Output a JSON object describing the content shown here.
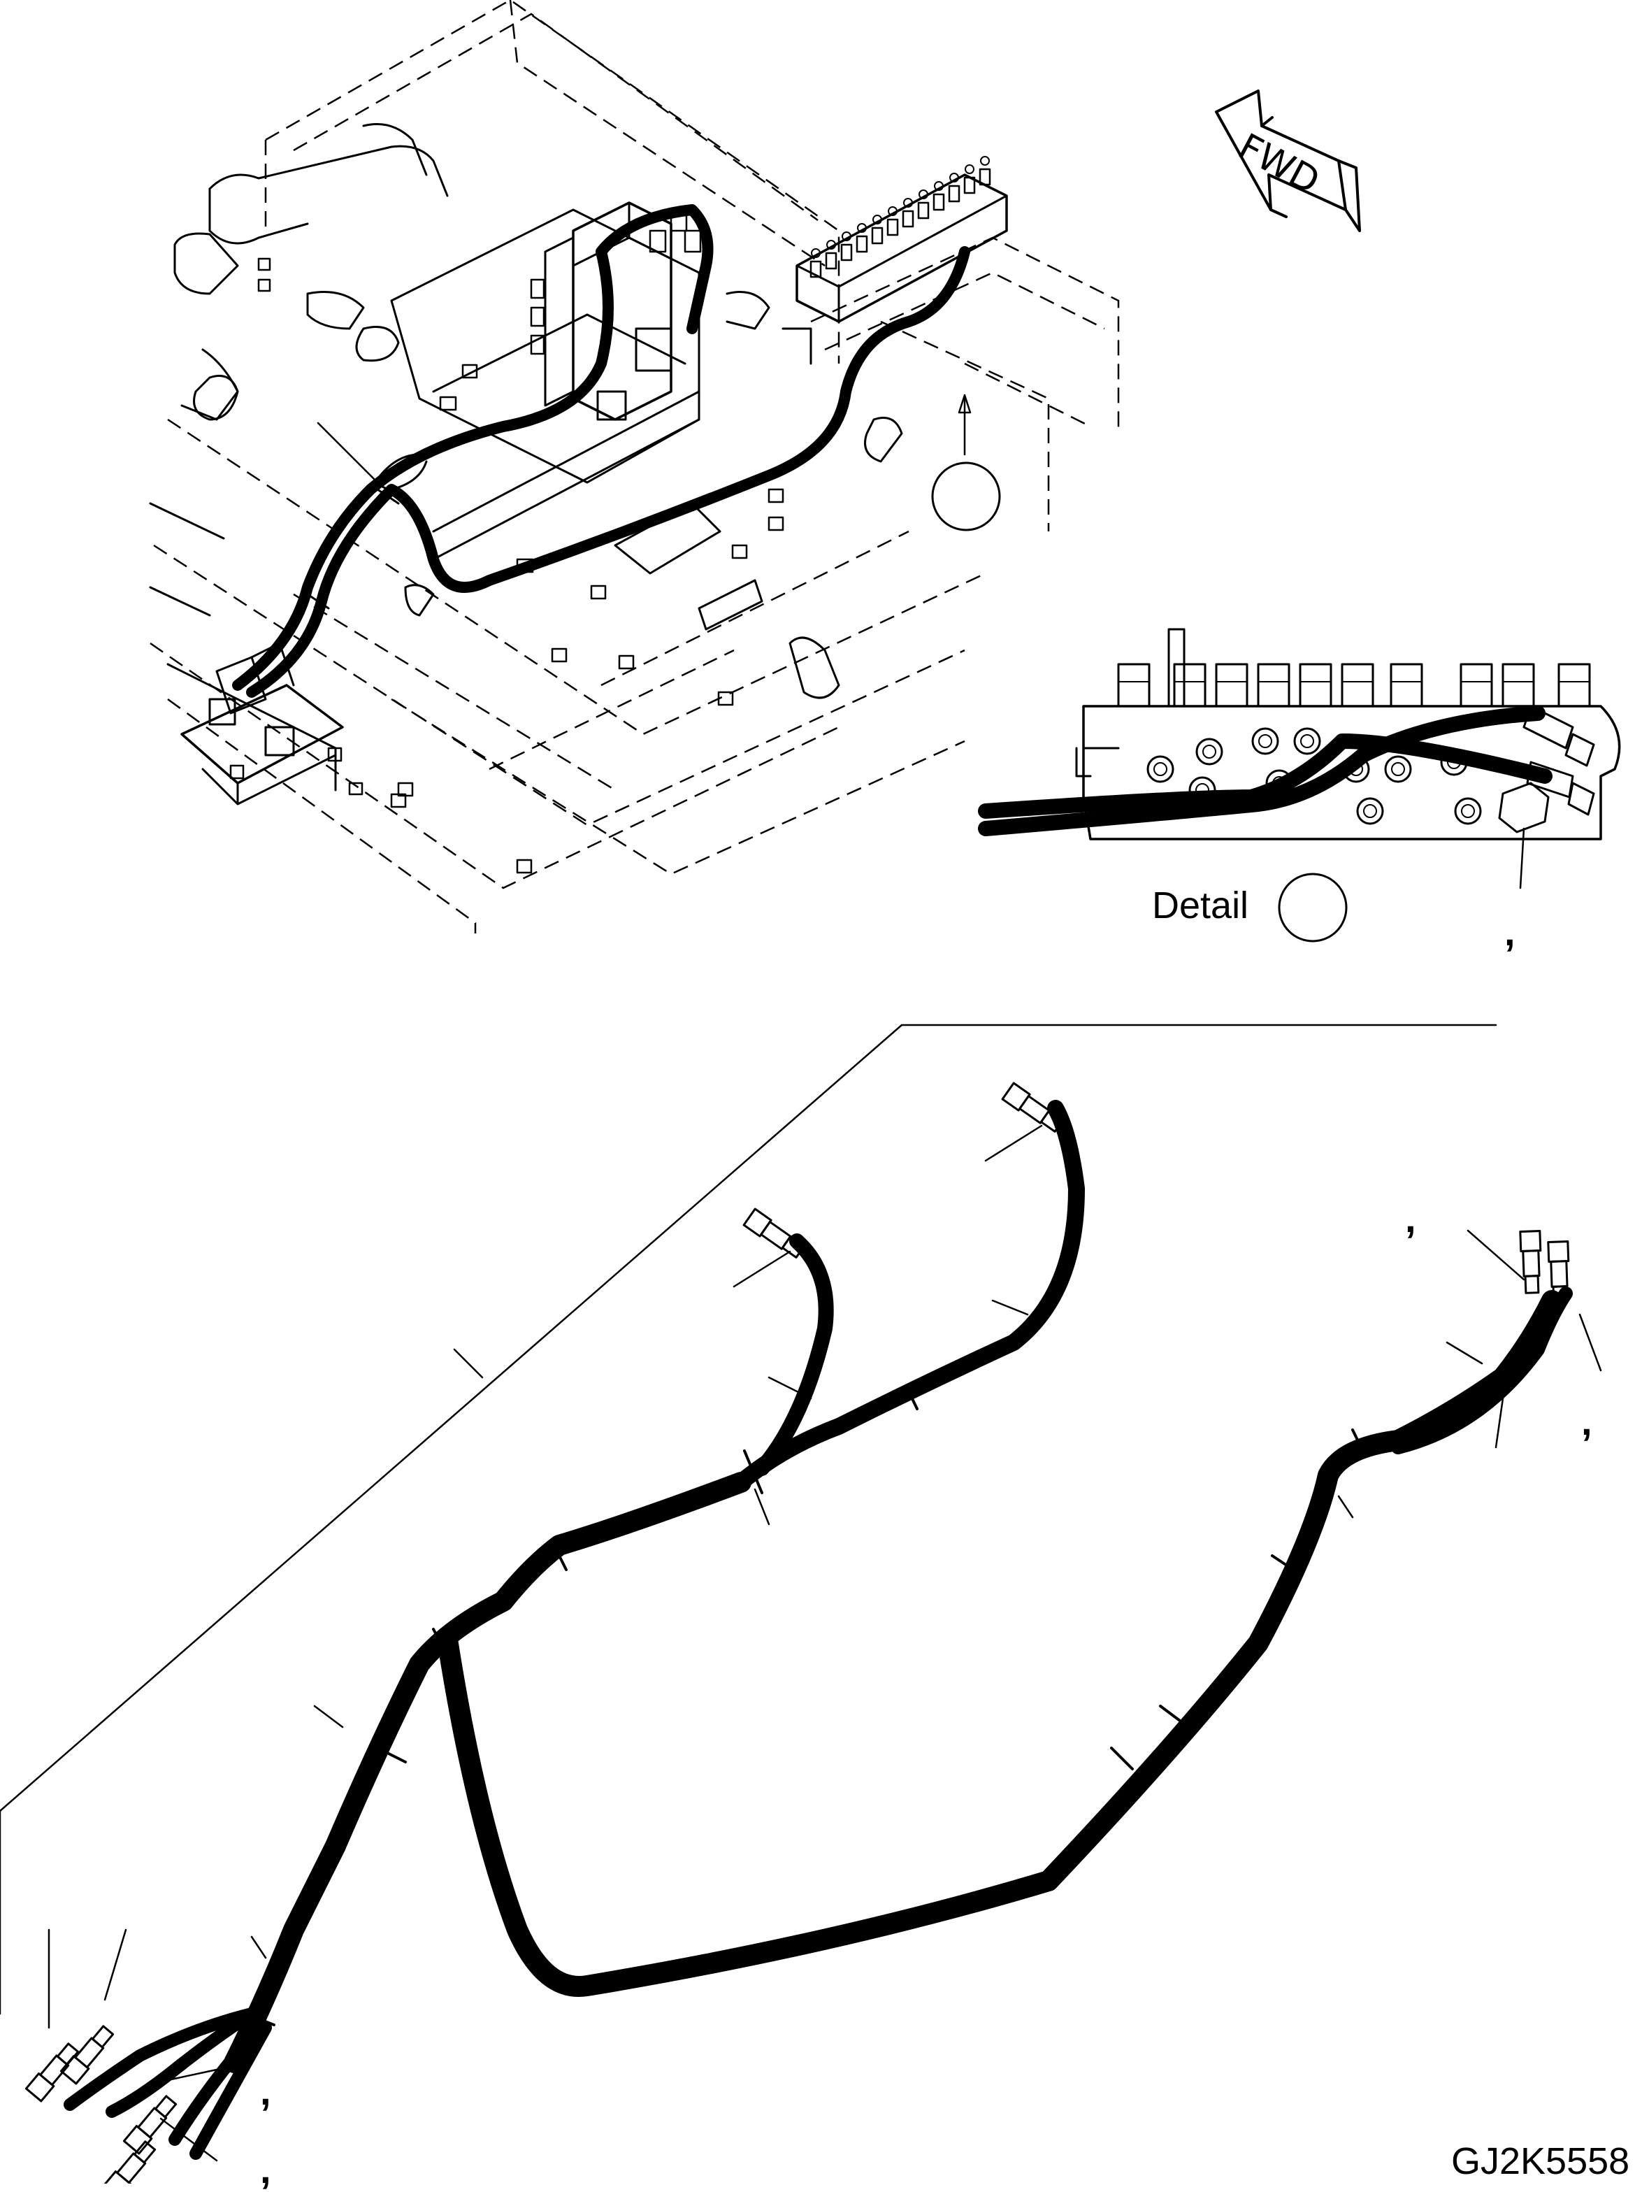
{
  "detail_label": "Detail",
  "forward_label": "FWD",
  "drawing_code": "GJ2K5558",
  "callout_separator": ","
}
